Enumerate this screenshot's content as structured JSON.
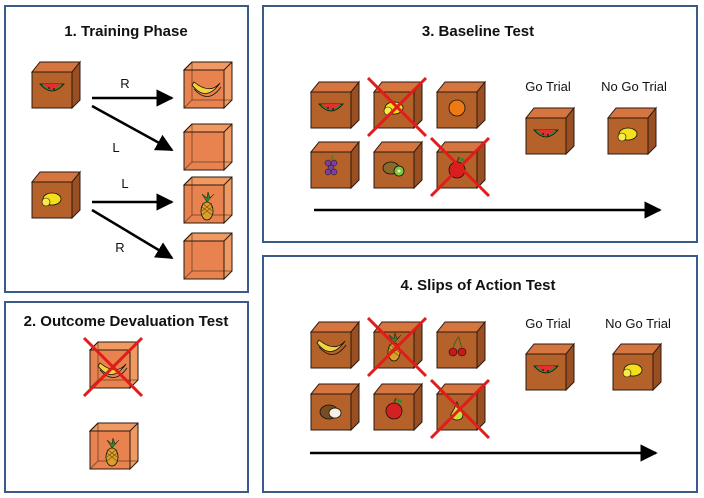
{
  "panels": {
    "training": {
      "title": "1. Training Phase",
      "labels": [
        "R",
        "L",
        "L",
        "R"
      ]
    },
    "devaluation": {
      "title": "2. Outcome Devaluation Test"
    },
    "baseline": {
      "title": "3. Baseline Test",
      "go_label": "Go Trial",
      "nogo_label": "No Go Trial"
    },
    "slips": {
      "title": "4. Slips of Action Test",
      "go_label": "Go Trial",
      "nogo_label": "No Go Trial"
    }
  },
  "colors": {
    "panel_border": "#3a5a8c",
    "box_front": "#b5622a",
    "box_back": "#e8834f",
    "cross": "#e21b1b"
  }
}
